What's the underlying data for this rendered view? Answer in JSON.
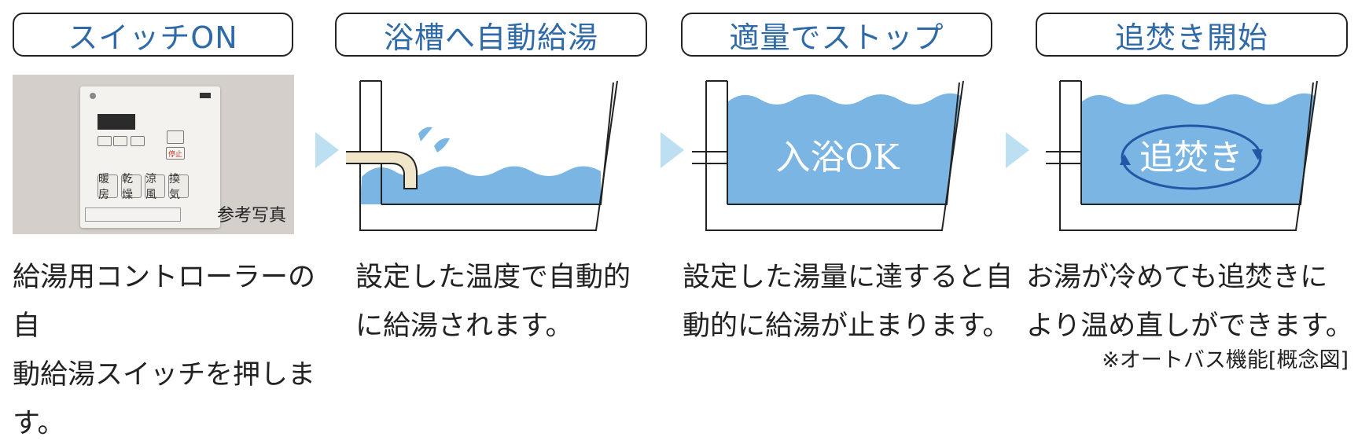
{
  "steps": [
    {
      "title": "スイッチON",
      "desc": "給湯用コントローラーの自\n動給湯スイッチを押します。"
    },
    {
      "title": "浴槽へ自動給湯",
      "desc": "設定した温度で自動的\nに給湯されます。"
    },
    {
      "title": "適量でストップ",
      "desc": "設定した湯量に達すると自\n動的に給湯が止まります。"
    },
    {
      "title": "追焚き開始",
      "desc": "お湯が冷めても追焚きに\nより温め直しができます。"
    }
  ],
  "photo": {
    "caption": "参考写真",
    "buttons": [
      "暖房",
      "乾燥",
      "涼風",
      "換気"
    ],
    "stop_button": "停止"
  },
  "tub_labels": {
    "step3": "入浴OK",
    "step4": "追焚き"
  },
  "footnote": "※オートバス機能[概念図]",
  "colors": {
    "title_text": "#2f6aa8",
    "water": "#7bb5e3",
    "arrow": "#bcdff2",
    "pipe": "#f1e6c9"
  }
}
